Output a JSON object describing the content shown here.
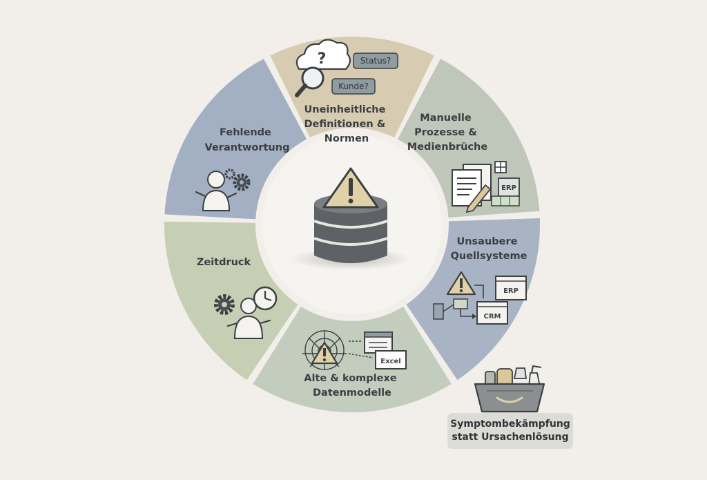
{
  "segments": {
    "definitions": {
      "lines": [
        "Uneinheitliche",
        "Definitionen &",
        "Normen"
      ]
    },
    "manual": {
      "lines": [
        "Manuelle",
        "Prozesse &",
        "Medienbrüche"
      ]
    },
    "sources": {
      "lines": [
        "Unsaubere",
        "Quellsysteme"
      ]
    },
    "datamodels": {
      "lines": [
        "Alte & komplexe",
        "Datenmodelle"
      ]
    },
    "timepressure": {
      "lines": [
        "Zeitdruck"
      ]
    },
    "responsibility": {
      "lines": [
        "Fehlende",
        "Verantwortung"
      ]
    }
  },
  "bubbles": {
    "status": "Status?",
    "kunde": "Kunde?",
    "question_mark": "?"
  },
  "mini_labels": {
    "erp_manual": "ERP",
    "erp_sources": "ERP",
    "crm": "CRM",
    "excel": "Excel"
  },
  "caption": {
    "line1": "Symptombekämpfung",
    "line2": "statt Ursachenlösung"
  },
  "colors": {
    "background": "#f2efea",
    "definitions": "#d7ccb2",
    "manual": "#bfc6ba",
    "sources": "#a8b3c4",
    "datamodels": "#c3cdbe",
    "timepressure": "#c6cfb4",
    "responsibility": "#a3b0c3",
    "center": "#f6f4f0",
    "database": "#5e6266",
    "warning": "#e0d2a6"
  },
  "icons": {
    "center": [
      "warning-triangle-icon",
      "database-icon"
    ],
    "definitions": [
      "cloud-question-icon",
      "magnifier-icon"
    ],
    "manual": [
      "document-pen-icon",
      "erp-grid-icon"
    ],
    "sources": [
      "warning-triangle-icon",
      "erp-window-icon",
      "crm-window-icon"
    ],
    "datamodels": [
      "spider-web-icon",
      "warning-triangle-icon",
      "excel-icon"
    ],
    "timepressure": [
      "gear-icon",
      "person-icon",
      "clock-icon"
    ],
    "responsibility": [
      "person-icon",
      "gear-icon"
    ],
    "caption": [
      "cleaning-basket-icon"
    ]
  }
}
